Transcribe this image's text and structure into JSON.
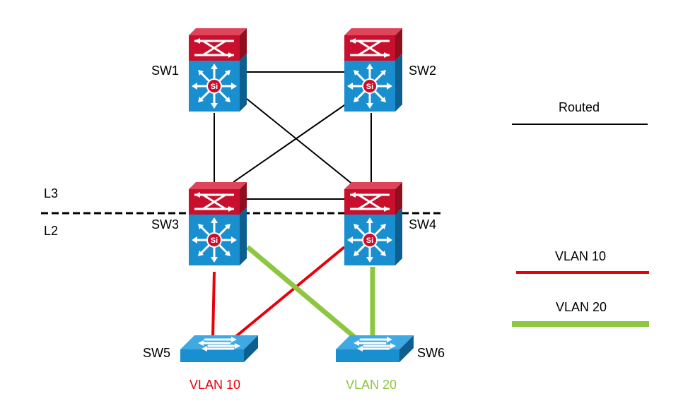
{
  "diagram": {
    "switches": [
      {
        "id": "SW1",
        "label": "SW1",
        "kind": "multilayer"
      },
      {
        "id": "SW2",
        "label": "SW2",
        "kind": "multilayer"
      },
      {
        "id": "SW3",
        "label": "SW3",
        "kind": "multilayer"
      },
      {
        "id": "SW4",
        "label": "SW4",
        "kind": "multilayer"
      },
      {
        "id": "SW5",
        "label": "SW5",
        "kind": "workgroup",
        "vlan_label": "VLAN 10",
        "vlan_color": "#e8000b"
      },
      {
        "id": "SW6",
        "label": "SW6",
        "kind": "workgroup",
        "vlan_label": "VLAN 20",
        "vlan_color": "#8dc63f"
      }
    ],
    "links": [
      {
        "from": "SW1",
        "to": "SW2",
        "type": "routed"
      },
      {
        "from": "SW1",
        "to": "SW3",
        "type": "routed"
      },
      {
        "from": "SW1",
        "to": "SW4",
        "type": "routed"
      },
      {
        "from": "SW2",
        "to": "SW3",
        "type": "routed"
      },
      {
        "from": "SW2",
        "to": "SW4",
        "type": "routed"
      },
      {
        "from": "SW3",
        "to": "SW4",
        "type": "routed"
      },
      {
        "from": "SW3",
        "to": "SW5",
        "type": "vlan10"
      },
      {
        "from": "SW4",
        "to": "SW5",
        "type": "vlan10"
      },
      {
        "from": "SW3",
        "to": "SW6",
        "type": "vlan20"
      },
      {
        "from": "SW4",
        "to": "SW6",
        "type": "vlan20"
      }
    ],
    "layer_boundary": {
      "upper_label": "L3",
      "lower_label": "L2"
    },
    "chip_label": "Si",
    "legend": [
      {
        "type": "routed",
        "label": "Routed",
        "color": "#000000"
      },
      {
        "type": "vlan10",
        "label": "VLAN 10",
        "color": "#e8000b"
      },
      {
        "type": "vlan20",
        "label": "VLAN 20",
        "color": "#8dc63f"
      }
    ],
    "colors": {
      "router_red": "#c8102e",
      "switch_blue": "#1a8fd0",
      "routed": "#000000",
      "vlan10": "#e8000b",
      "vlan20": "#8dc63f"
    }
  }
}
